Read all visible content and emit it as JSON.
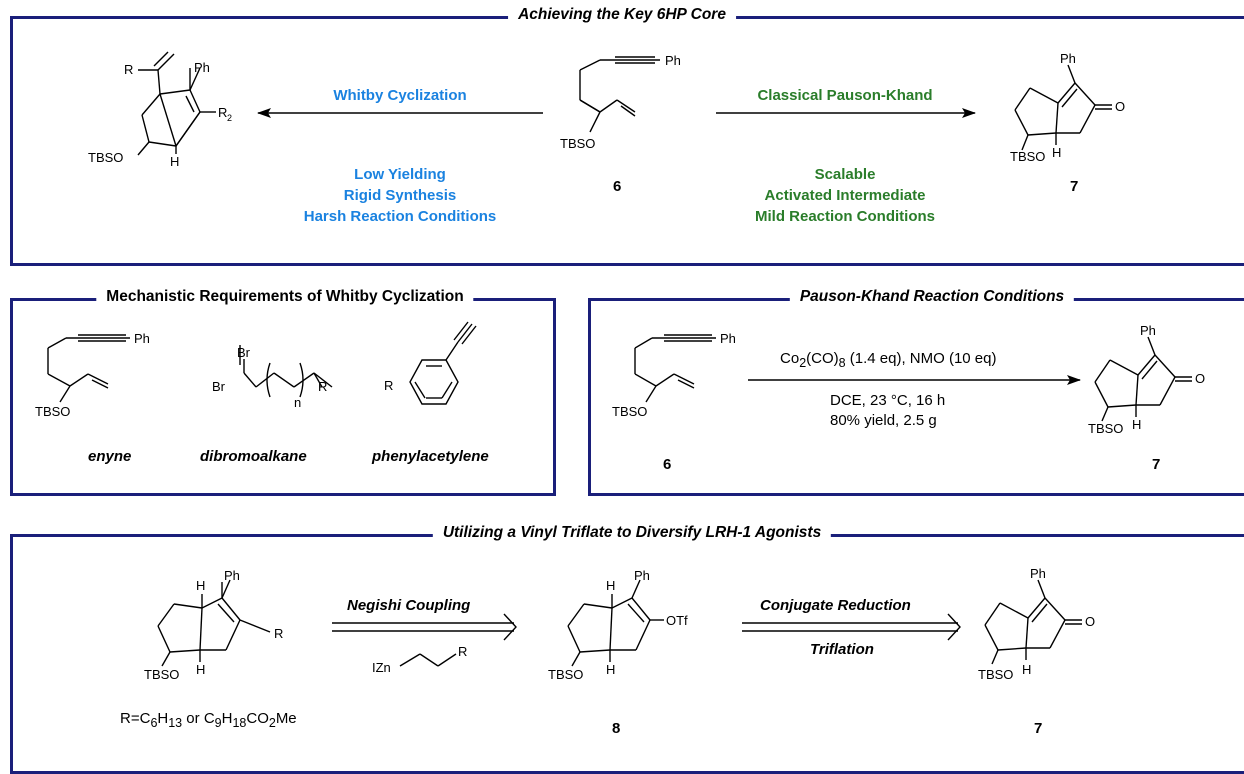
{
  "panels": {
    "top": {
      "title": "Achieving the Key 6HP Core",
      "left_method": "Whitby Cyclization",
      "left_notes": [
        "Low Yielding",
        "Rigid Synthesis",
        "Harsh Reaction Conditions"
      ],
      "right_method": "Classical Pauson-Khand",
      "right_notes": [
        "Scalable",
        "Activated Intermediate",
        "Mild Reaction Conditions"
      ],
      "center_compound": "6",
      "right_compound": "7"
    },
    "mech": {
      "title": "Mechanistic Requirements of Whitby Cyclization",
      "labels": [
        "enyne",
        "dibromoalkane",
        "phenylacetylene"
      ]
    },
    "pk": {
      "title": "Pauson-Khand Reaction Conditions",
      "reagent_prefix": "Co",
      "reagent_sub1": "2",
      "reagent_mid": "(CO)",
      "reagent_sub2": "8",
      "reagent_suffix": " (1.4 eq), NMO (10 eq)",
      "cond1": "DCE, 23 °C, 16 h",
      "cond2": "80% yield, 2.5 g",
      "left_compound": "6",
      "right_compound": "7"
    },
    "bottom": {
      "title": "Utilizing a Vinyl Triflate to Diversify LRH-1 Agonists",
      "step1": "Negishi Coupling",
      "step2_top": "Conjugate Reduction",
      "step2_bottom": "Triflation",
      "r_def_prefix": "R=C",
      "r_sub1": "6",
      "r_mid1": "H",
      "r_sub2": "13",
      "r_or": " or C",
      "r_sub3": "9",
      "r_mid2": "H",
      "r_sub4": "18",
      "r_mid3": "CO",
      "r_sub5": "2",
      "r_end": "Me",
      "mid_compound": "8",
      "right_compound": "7"
    }
  },
  "atoms": {
    "Ph": "Ph",
    "R": "R",
    "R2": "R",
    "R2_sub": "2",
    "TBSO": "TBSO",
    "H": "H",
    "O": "O",
    "Br": "Br",
    "n": "n",
    "OTf": "OTf",
    "IZn": "IZn"
  },
  "colors": {
    "frame": "#1a1f7a",
    "blue": "#1a82e0",
    "green": "#2a7d2a"
  }
}
